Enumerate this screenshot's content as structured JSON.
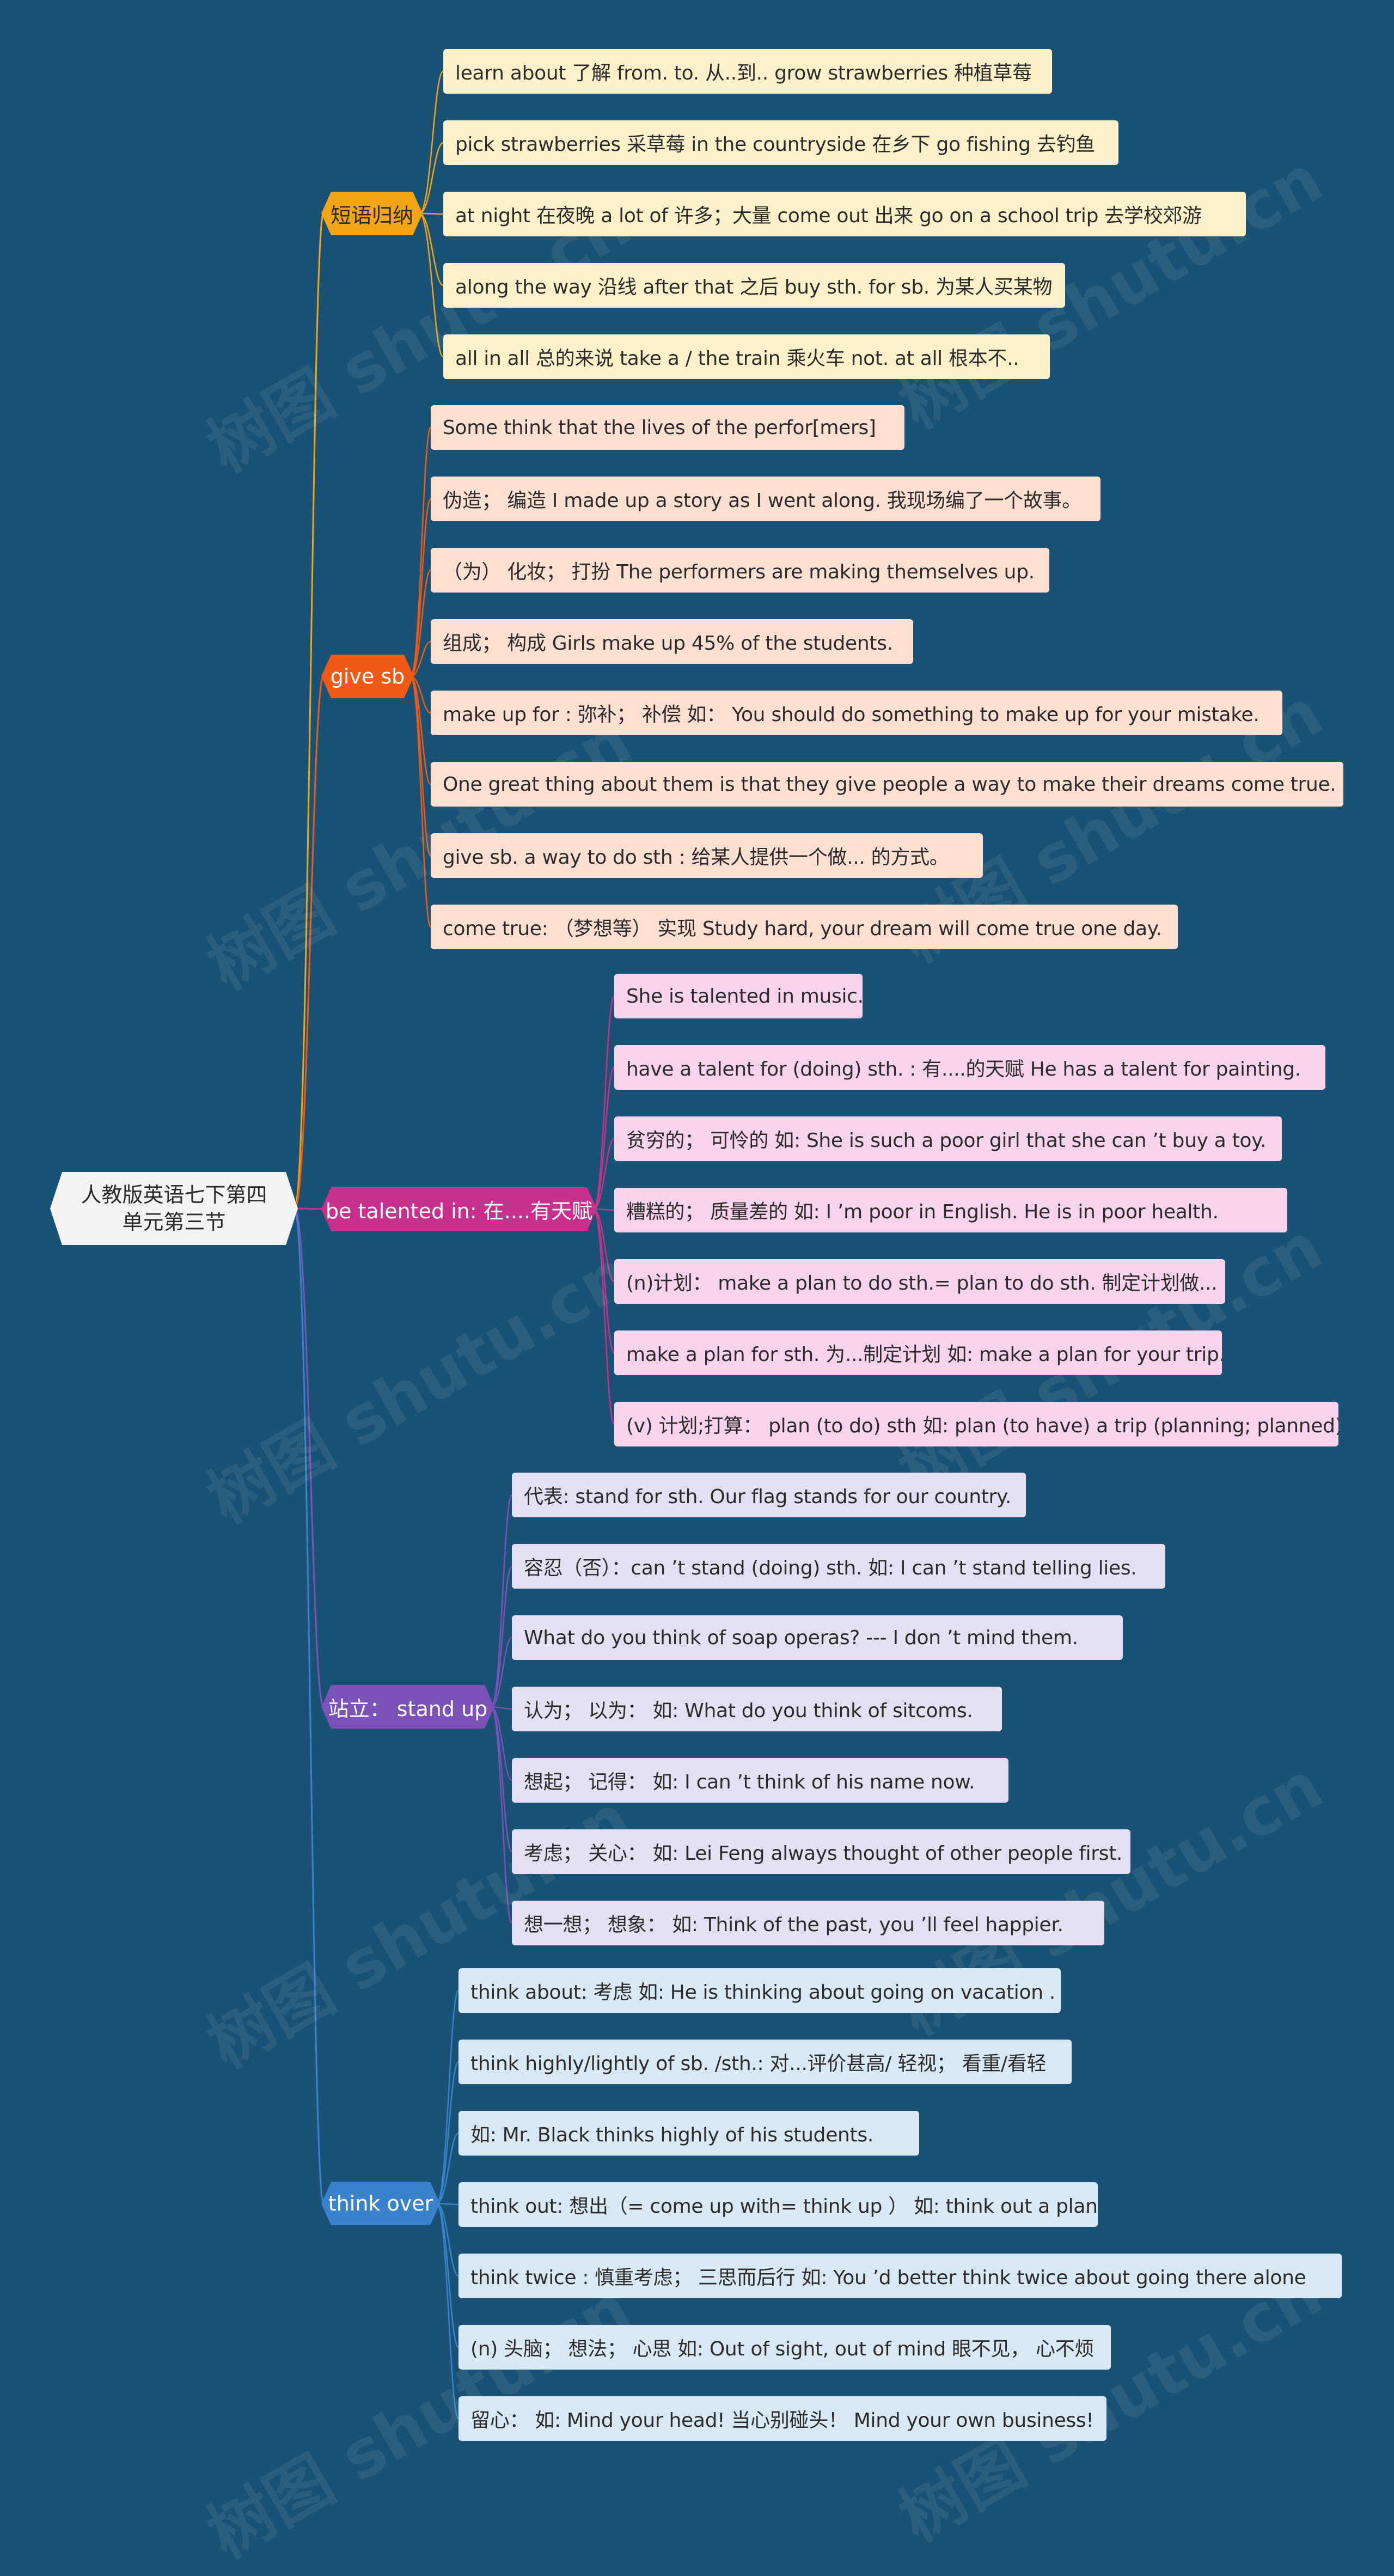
{
  "root": {
    "title": "人教版英语七下第四单元第三节"
  },
  "watermark_text": "树图 shutu.cn",
  "colors": {
    "background": "#1a5276",
    "link": "#c79a3c"
  },
  "branches": [
    {
      "label": "短语归纳",
      "color": "#f2a516",
      "text_color": "#2b2b2b",
      "leaf_bg": "#fdf1c9",
      "leaves": [
        "learn about 了解  from. to. 从..到..   grow strawberries 种植草莓",
        "pick strawberries  采草莓  in the countryside 在乡下 go fishing  去钓鱼",
        "at night 在夜晚  a lot of 许多；大量  come out 出来  go on a school trip  去学校郊游",
        "along the way 沿线 after that 之后   buy sth. for sb. 为某人买某物",
        "all in all 总的来说  take a / the train 乘火车  not. at all  根本不.."
      ]
    },
    {
      "label": "give sb",
      "color": "#f05a14",
      "text_color": "#ffffff",
      "leaf_bg": "#fde0d2",
      "leaves": [
        "Some think that the lives of the perfor[mers]",
        "伪造；  编造 I made up a story as I went along. 我现场编了一个故事。",
        "（为） 化妆；  打扮 The performers are making themselves up.",
        "组成；  构成 Girls make up 45% of the students.",
        "make up for : 弥补；  补偿 如：  You should do something to make up for your mistake.",
        "One great thing about them is that they give people a way to make their dreams come true.",
        "give sb. a way to do sth : 给某人提供一个做... 的方式。",
        "come true: （梦想等） 实现 Study hard, your dream will come true one day."
      ]
    },
    {
      "label": "be talented in: 在....有天赋",
      "color": "#c8308e",
      "text_color": "#ffffff",
      "leaf_bg": "#f7d3ee",
      "leaves": [
        "She is talented in music.",
        "have a talent for (doing) sth. :   有....的天赋 He has a talent for painting.",
        "贫穷的；  可怜的 如: She is such a poor girl that she can ’t buy a toy.",
        "糟糕的；  质量差的 如: I ’m poor in English. He is in poor health.",
        "(n)计划：  make a plan to do sth.= plan to do sth. 制定计划做...",
        "make a plan for sth. 为...制定计划 如: make a plan for your trip.",
        "(v) 计划;打算：  plan (to do) sth 如: plan (to have) a trip (planning; planned)"
      ]
    },
    {
      "label": "站立：  stand up",
      "color": "#7b52b8",
      "text_color": "#ffffff",
      "leaf_bg": "#e5dff3",
      "leaves": [
        "代表: stand for sth. Our flag stands for our country.",
        "容忍（否）：can ’t stand (doing) sth. 如: I can ’t stand telling lies.",
        "What do you think of soap operas? --- I don ’t mind them.",
        "认为；  以为：  如: What do you think of sitcoms.",
        "想起；  记得：  如: I can ’t think of his name now.",
        "考虑；  关心：  如: Lei Feng always thought of other people first.",
        "想一想；  想象：  如: Think of the past, you ’ll feel happier."
      ]
    },
    {
      "label": "think over",
      "color": "#3a82cc",
      "text_color": "#ffffff",
      "leaf_bg": "#d8e8f5",
      "leaves": [
        "think about: 考虑 如: He is thinking about going on vacation .",
        "think highly/lightly of sb. /sth.: 对...评价甚高/ 轻视；  看重/看轻",
        "如: Mr. Black thinks highly of his students.",
        "think out: 想出（= come up with= think up ）  如: think out a plan",
        "think twice : 慎重考虑；  三思而后行 如: You ’d better think twice about going there alone",
        "(n) 头脑；  想法；  心思 如: Out of sight, out of mind 眼不见，  心不烦",
        "留心：  如: Mind your head! 当心别碰头！  Mind your own business!"
      ]
    }
  ]
}
